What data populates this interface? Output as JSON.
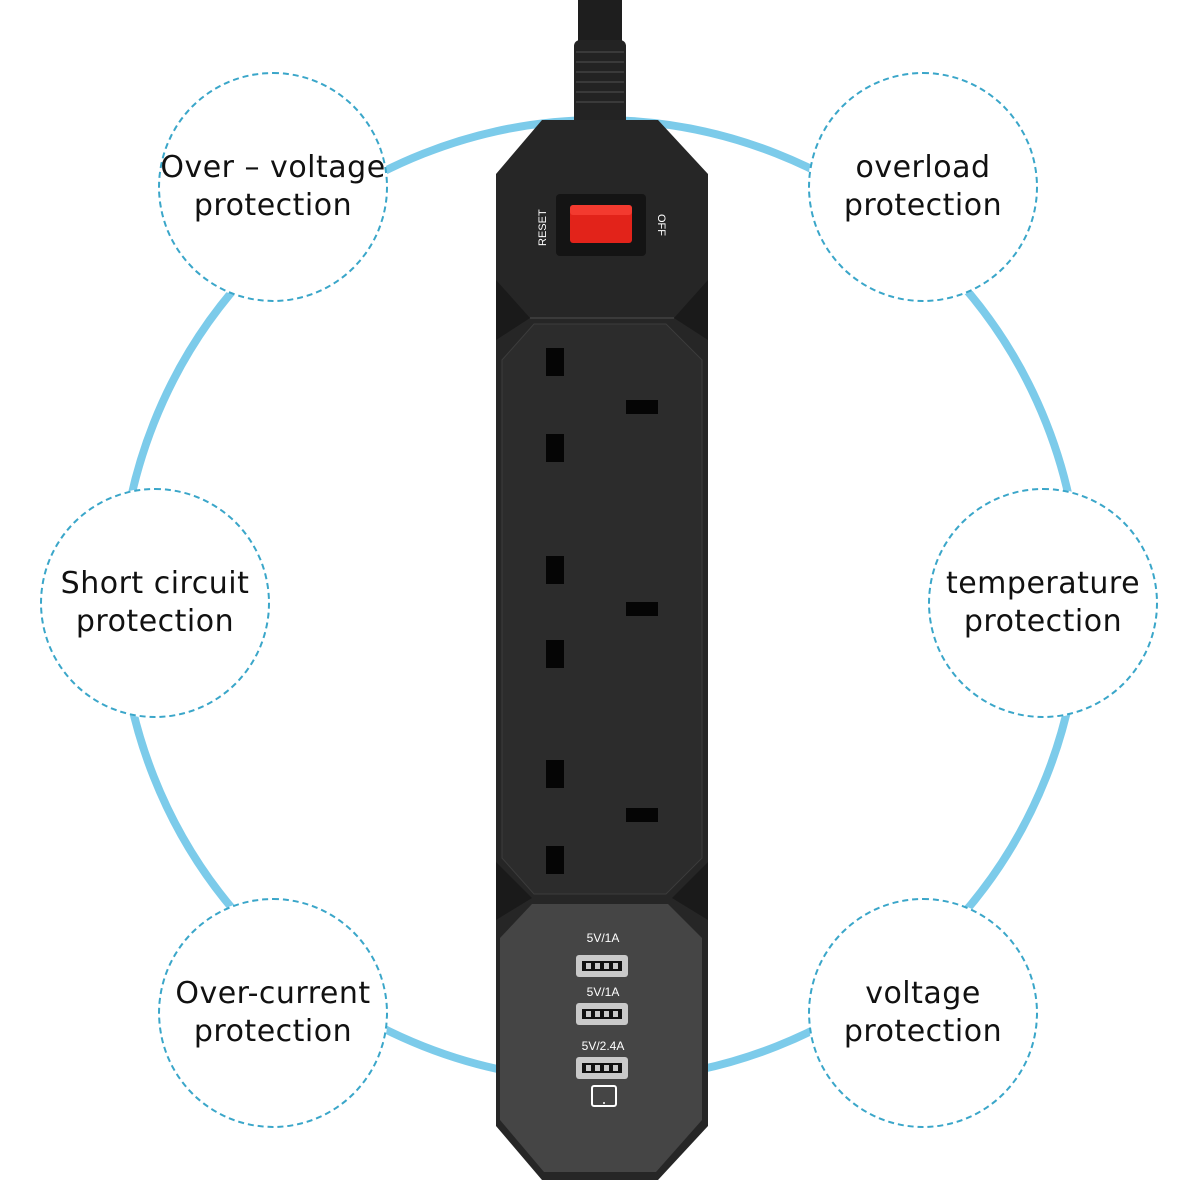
{
  "features": [
    {
      "line1": "Over – voltage",
      "line2": "protection"
    },
    {
      "line1": "overload",
      "line2": "protection"
    },
    {
      "line1": "Short circuit",
      "line2": "protection"
    },
    {
      "line1": "temperature",
      "line2": "protection"
    },
    {
      "line1": "Over-current",
      "line2": "protection"
    },
    {
      "line1": "voltage",
      "line2": "protection"
    }
  ],
  "power_strip": {
    "switch_left_label": "RESET",
    "switch_right_label": "OFF",
    "usb_ports": [
      {
        "rating": "5V/1A"
      },
      {
        "rating": "5V/1A"
      },
      {
        "rating": "5V/2.4A"
      }
    ],
    "socket_count": 3
  },
  "colors": {
    "ring": "#7ccbea",
    "dashed_border": "#3aa6c9",
    "strip_body": "#2a2a2a",
    "switch_red": "#e2231a"
  },
  "icons": [
    "tablet-icon"
  ]
}
